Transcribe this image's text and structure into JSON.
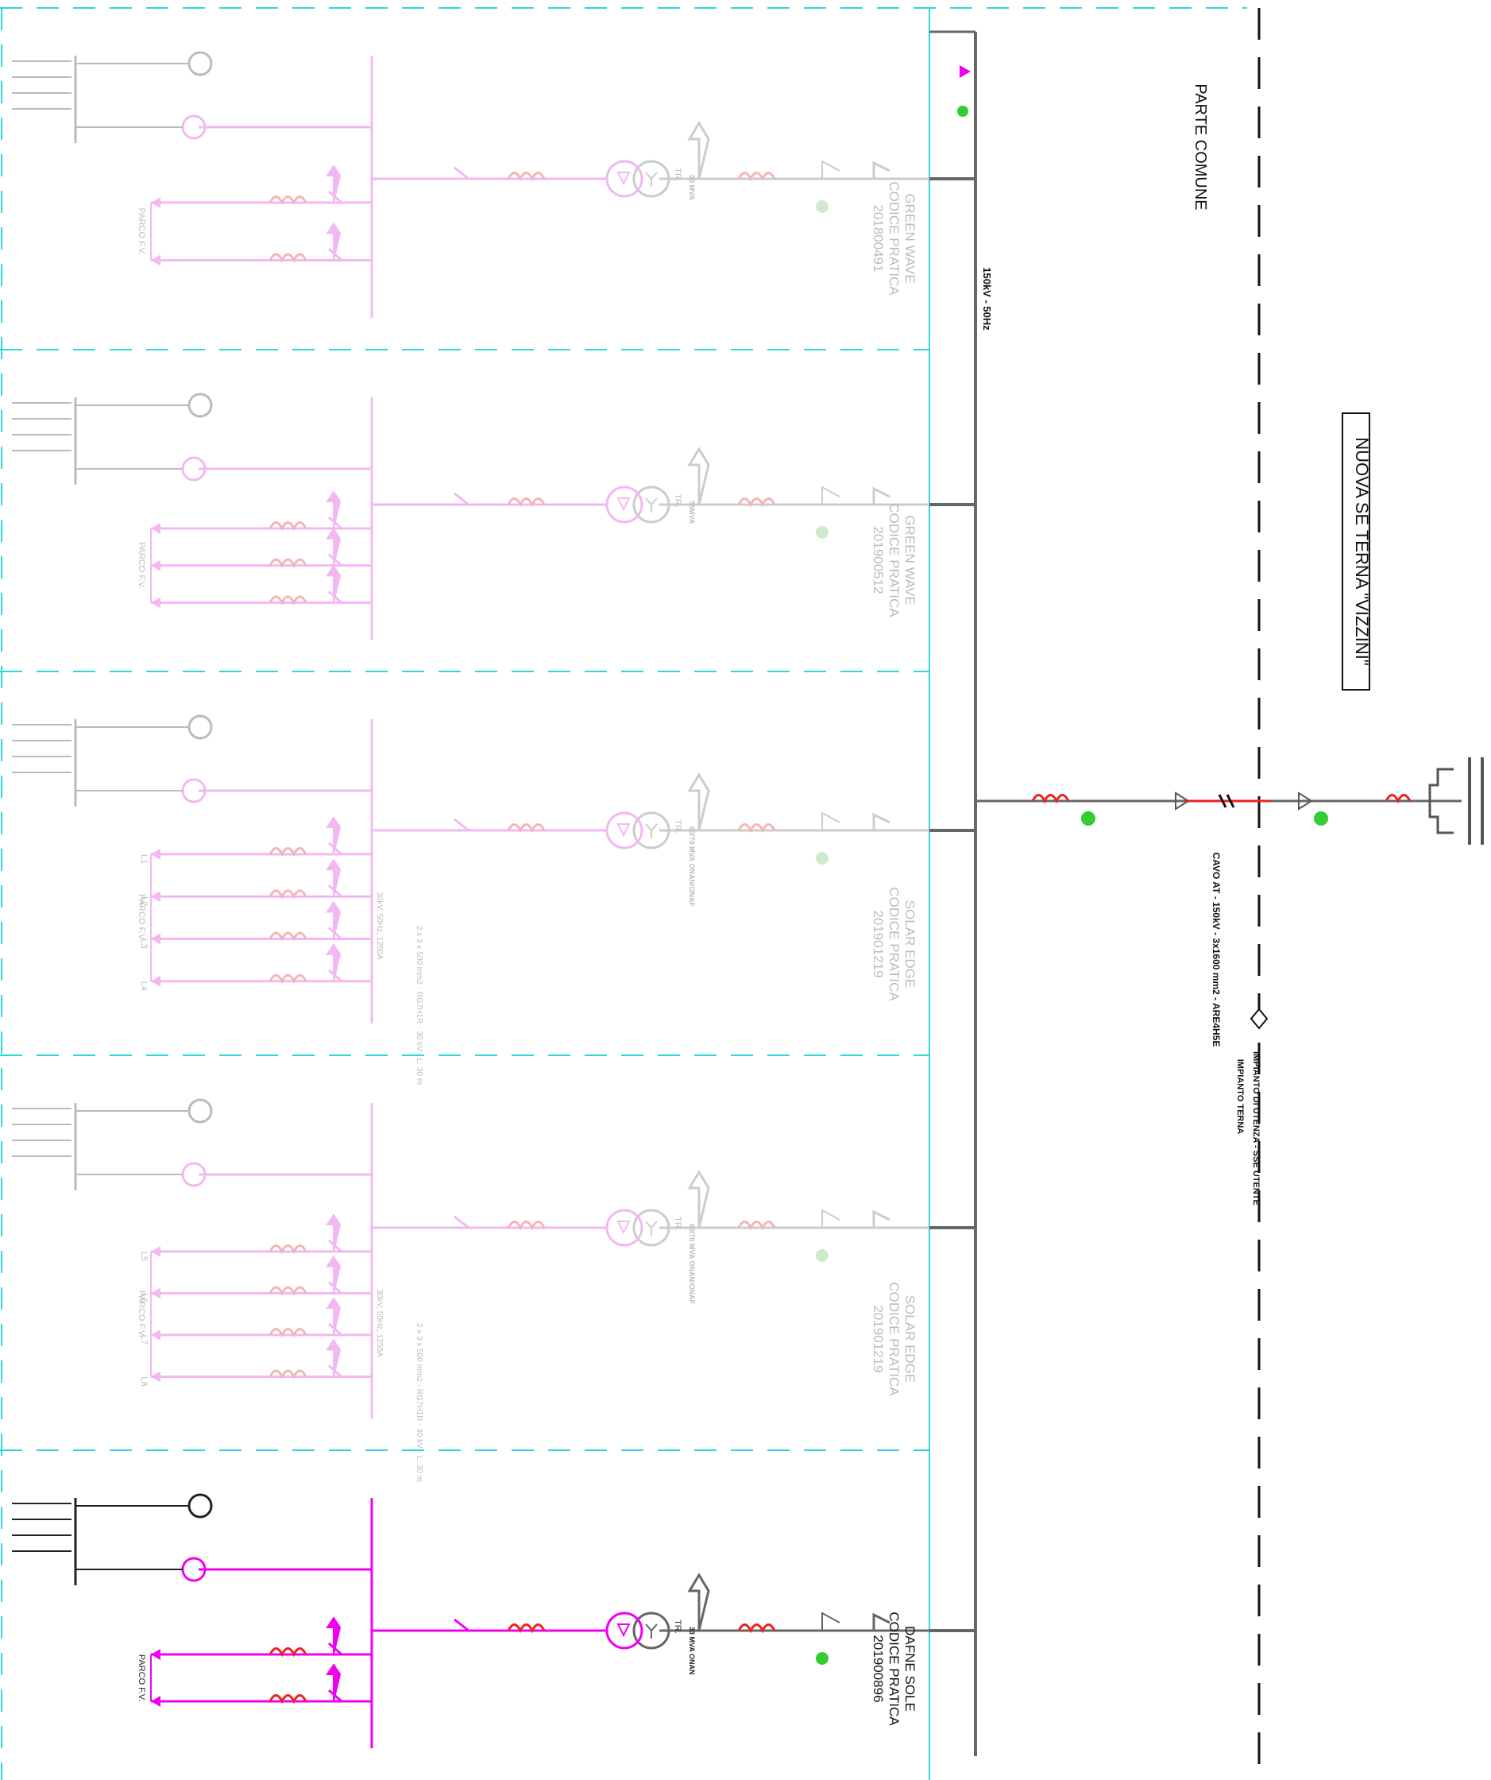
{
  "header": {
    "parte_comune": "PARTE COMUNE",
    "nuova_se": "NUOVA SE TERNA \"VIZZINI\"",
    "busbar_label": "150kV - 50Hz"
  },
  "cable": {
    "label": "CAVO AT - 150kV - 3x1600 mm2 - ARE4H5E"
  },
  "boundary": {
    "terna_label": "IMPIANTO TERNA",
    "utenza_label": "IMPIANTO DI UTENZA - SSE UTENTE"
  },
  "projects": [
    {
      "name": "GREEN WAVE",
      "codice": "CODICE PRATICA",
      "number": "201800491",
      "tr_label": "TR.",
      "tr_rating": "50 MVA",
      "campo": "PARCO F.V.",
      "active": false
    },
    {
      "name": "GREEN WAVE",
      "codice": "CODICE PRATICA",
      "number": "201900512",
      "tr_label": "TR.",
      "tr_rating": "55MVA",
      "campo": "PARCO F.V.",
      "active": false
    },
    {
      "name": "SOLAR EDGE",
      "codice": "CODICE PRATICA",
      "number": "201901219",
      "tr_label": "TR.",
      "tr_rating": "60/70 MVA ONAN/ONAF",
      "campo": "PARCO F.V.",
      "cable_note": "2 x 3 x 500 mm2 - RG7H1R - 30 kV - L: 30 m",
      "bus_note": "30kV, 50Hz, 1250A",
      "lines": [
        "L1",
        "L2",
        "L3",
        "L4"
      ],
      "active": false
    },
    {
      "name": "SOLAR EDGE",
      "codice": "CODICE PRATICA",
      "number": "201901219",
      "tr_label": "TR.",
      "tr_rating": "60/70 MVA ONAN/ONAF",
      "campo": "PARCO F.V.",
      "cable_note": "2 x 3 x 500 mm2 - RG7H1R - 30 kV - L: 30 m",
      "bus_note": "30kV, 50Hz, 1250A",
      "lines": [
        "L5",
        "L6",
        "L7",
        "L8"
      ],
      "active": false
    },
    {
      "name": "DAFNE SOLE",
      "codice": "CODICE PRATICA",
      "number": "201900896",
      "tr_label": "TR.",
      "tr_rating": "33 MVA ONAN",
      "campo": "PARCO F.V.",
      "active": true
    }
  ],
  "colors": {
    "grid_border": "#2bd8de",
    "busbar": "#666666",
    "mv_active": "#f000f0",
    "mv_faded": "#f2b8f2",
    "hv_faded": "#cccccc",
    "earth_switch": "#33cc33",
    "cable_red": "#ee2222"
  }
}
